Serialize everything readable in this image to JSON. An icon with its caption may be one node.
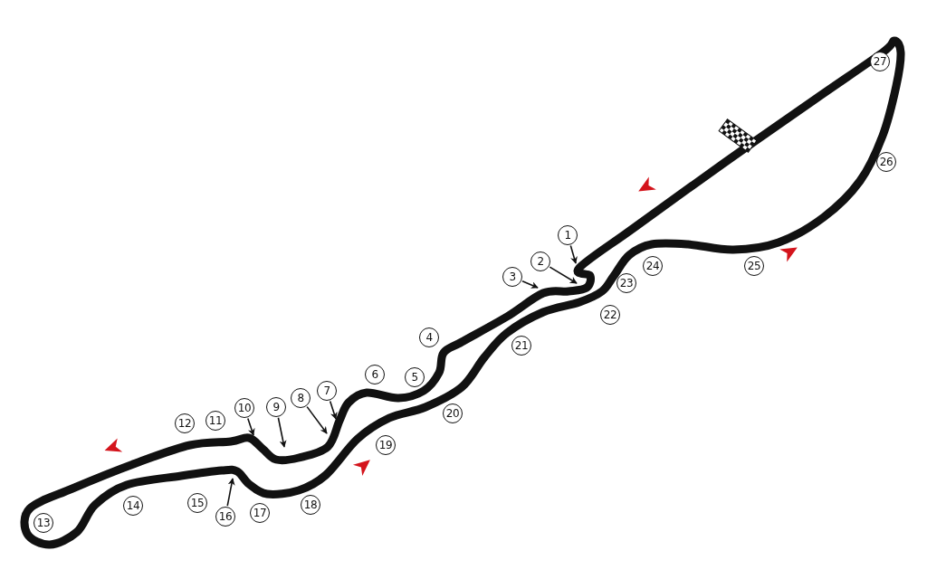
{
  "diagram": {
    "nodes": [
      {
        "text": [
          "1"
        ]
      },
      {
        "text": [
          "2"
        ]
      },
      {
        "text": [
          "3"
        ]
      },
      {
        "text": [
          "4"
        ]
      },
      {
        "text": [
          "5"
        ]
      },
      {
        "text": [
          "6"
        ]
      },
      {
        "text": [
          "7"
        ]
      },
      {
        "text": [
          "8"
        ]
      },
      {
        "text": [
          "9"
        ]
      },
      {
        "text": [
          "10"
        ]
      },
      {
        "text": [
          "11"
        ]
      },
      {
        "text": [
          "12"
        ]
      },
      {
        "text": [
          "13"
        ]
      },
      {
        "text": [
          "14"
        ]
      },
      {
        "text": [
          "15"
        ]
      },
      {
        "text": [
          "16"
        ]
      },
      {
        "text": [
          "17"
        ]
      },
      {
        "text": [
          "18"
        ]
      },
      {
        "text": [
          "19"
        ]
      },
      {
        "text": [
          "20"
        ]
      },
      {
        "text": [
          "21"
        ]
      },
      {
        "text": [
          "22"
        ]
      },
      {
        "text": [
          "23"
        ]
      },
      {
        "text": [
          "24"
        ]
      },
      {
        "text": [
          "25"
        ]
      },
      {
        "text": [
          "26"
        ]
      },
      {
        "text": [
          "27"
        ]
      }
    ],
    "edges": [
      {
        "from": 0,
        "to": null,
        "arrow": "to"
      },
      {
        "from": 1,
        "to": null,
        "arrow": "to"
      },
      {
        "from": 2,
        "to": null,
        "arrow": "to"
      },
      {
        "from": 6,
        "to": null,
        "arrow": "to"
      },
      {
        "from": 7,
        "to": null,
        "arrow": "to"
      },
      {
        "from": 8,
        "to": null,
        "arrow": "to"
      },
      {
        "from": 9,
        "to": null,
        "arrow": "to"
      },
      {
        "from": 15,
        "to": null,
        "arrow": "to"
      }
    ]
  }
}
